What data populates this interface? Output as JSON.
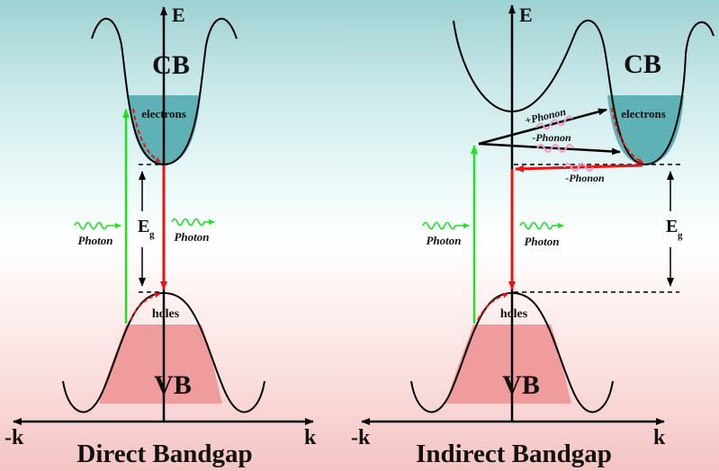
{
  "colors": {
    "electron_fill": "#5eb1b5",
    "hole_fill": "#f09c9c",
    "absorption": "#22e022",
    "emission": "#ee1111",
    "phonon": "#f29ac8",
    "curve": "#000000"
  },
  "panels": [
    {
      "title": "Direct Bandgap",
      "axis_energy": "E",
      "axis_k_neg": "-k",
      "axis_k_pos": "k",
      "cb_label": "CB",
      "vb_label": "VB",
      "electrons_label": "electrons",
      "holes_label": "holes",
      "gap_label": "E",
      "gap_sub": "g",
      "photon_in": "Photon",
      "photon_out": "Photon"
    },
    {
      "title": "Indirect Bandgap",
      "axis_energy": "E",
      "axis_k_neg": "-k",
      "axis_k_pos": "k",
      "cb_label": "CB",
      "vb_label": "VB",
      "electrons_label": "electrons",
      "holes_label": "holes",
      "gap_label": "E",
      "gap_sub": "g",
      "photon_in": "Photon",
      "photon_out": "Photon",
      "phonon_plus": "+Phonon",
      "phonon_minus_1": "-Phonon",
      "phonon_minus_2": "-Phonon"
    }
  ]
}
